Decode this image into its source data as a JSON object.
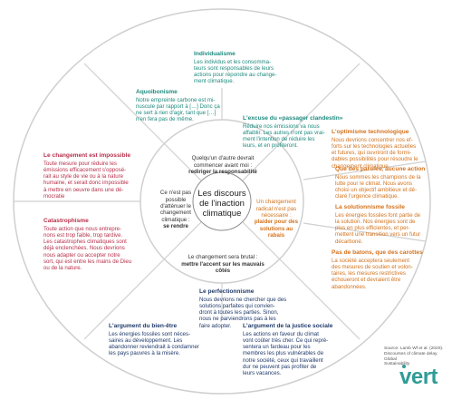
{
  "center": {
    "title": "Les discours de l'inaction climatique"
  },
  "inner": {
    "top": {
      "text": "Quelqu'un d'autre devrait commencer avant moi :",
      "strong": "rediriger la responsabilité"
    },
    "left": {
      "text": "Ce n'est pas possible d'atténuer le changement climatique :",
      "strong": "se rendre"
    },
    "right": {
      "text": "Un changement radical n'est pas nécessaire :",
      "strong": "plaider pour des solutions au rabais"
    },
    "bottom": {
      "text": "Le changement sera brutal :",
      "strong": "mettre l'accent sur les mauvais côtés"
    }
  },
  "outer": {
    "individualisme": {
      "title": "Individualisme",
      "body": "Les individus et les consomma-\nteurs sont responsables de leurs\nactions pour répondre au change-\nment climatique."
    },
    "aquoibonisme": {
      "title": "Aquoibonisme",
      "body": "Notre empreinte carbone est mi-\nnuscule par rapport à […] Donc ça\nne sert à rien d'agir, tant que […]\nn'en fera pas de même."
    },
    "passager": {
      "title": "L'excuse du «passager clandestin»",
      "body": "Réduire nos émissions va nous\naffaiblir. Les autres n'ont pas vrai-\nment l'intention de réduire les\nleurs, et en profiteront."
    },
    "impossible": {
      "title": "Le changement est impossible",
      "body": "Toute mesure pour réduire les\némissions efficacement s'opposé-\nrait au style de vie ou à la nature\nhumaine, et serait donc impossible\nà mettre en oeuvre dans une dé-\nmocratie"
    },
    "catastrophisme": {
      "title": "Catastrophisme",
      "body": "Toute action que nous entrepre-\nnons est trop faible, trop tardive.\nLes catastrophes climatiques sont\ndéjà enclenchées. Nous devrions\nnous adapter ou accepter notre\nsort, qui est entre les mains de Dieu\nou de la nature."
    },
    "optimisme": {
      "title": "L'optimisme technologique",
      "body": "Nous devrions concentrer nos ef-\nforts sur les technologies actuelles\net futures, qui ouvriront de formi-\ndables possibilités pour résoudre le\nchangement climatique."
    },
    "paroles": {
      "title": "Que des paroles, aucune action",
      "body": "Nous sommes les champions de la\nlutte pour le climat. Nous avons\nchoisi un objectif ambitieux et dé-\nclaré l'urgence climatique."
    },
    "fossile": {
      "title": "La solutionnisme fossile",
      "body": "Les énergies fossiles font partie de\nla solution. Nos énergies sont de\nplus en plus efficientes, et per-\nmettent une transition vers un futur\ndécarboné."
    },
    "batons": {
      "title": "Pas de batons, que des carottes",
      "body": "La société acceptera seulement\ndes mesures de soutien et volon-\ntaires, les mesures restrictives\néchoueront et devraient être\nabandonnées."
    },
    "perfectionnisme": {
      "title": "Le perfectionnisme",
      "body": "Nous devrions ne chercher que des\nsolutions parfaites qui convien-\ndront à toutes les parties. Sinon,\nnous ne parviendrons pas à les\nfaire adopter."
    },
    "bienetre": {
      "title": "L'argument du bien-être",
      "body": "Les énergies fossiles sont néces-\nsaires au développement. Les\nabandonner reviendrait à condamner\nles pays pauvres à la misère."
    },
    "justice": {
      "title": "L'argument de la justice sociale",
      "body": "Les actions en faveur du climat\nvont coûter très cher. Ce qui repré-\nsentera un fardeau pour les\nmembres les plus vulnérables de\nnotre société, ceux qui travaillent\ndur ne peuvent pas profiter de\nleurs vacances."
    }
  },
  "source": "Source: Lamb Wf et al. (2020).\nDiscourses of climate delay. Global\nSustainability",
  "logo": "vert",
  "colors": {
    "teal": "#1e8a7e",
    "red": "#b7304a",
    "orange": "#d3731e",
    "navy": "#203a6a",
    "ring": "#d9d9d9",
    "logo": "#2f9c96"
  }
}
